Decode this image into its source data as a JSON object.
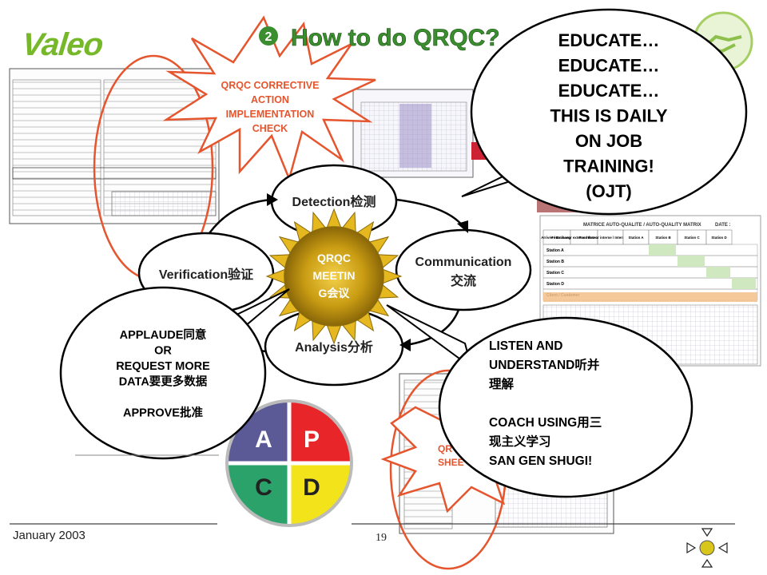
{
  "header": {
    "logo": "Valeo",
    "bullet": "❷",
    "title": "How to do QRQC?"
  },
  "bursts": {
    "top_lines": [
      "QRQC CORRECTIVE",
      "ACTION",
      "IMPLEMENTATION",
      "CHECK"
    ],
    "bottom_lines": [
      "QR",
      "SHEE"
    ]
  },
  "speech": {
    "educate_lines": [
      "EDUCATE…",
      "EDUCATE…",
      "EDUCATE…",
      "THIS IS DAILY",
      "ON JOB",
      "TRAINING!",
      "(OJT)"
    ],
    "applaude_lines": [
      "APPLAUDE同意",
      "OR",
      "REQUEST MORE",
      "DATA要更多数据",
      "",
      "APPROVE批准"
    ],
    "listen_lines": [
      "LISTEN AND",
      "UNDERSTAND听并",
      "理解",
      "",
      "COACH USING用三",
      "现主义学习",
      "SAN GEN SHUGI!"
    ]
  },
  "cycle": {
    "detection": "Detection检测",
    "communication": [
      "Communication",
      "交流"
    ],
    "analysis": "Analysis分析",
    "verification": "Verification验证",
    "hub": [
      "QRQC",
      "MEETIN",
      "G会议"
    ]
  },
  "pdca": {
    "p": "P",
    "d": "D",
    "c": "C",
    "a": "A",
    "colors": {
      "p": "#e8262a",
      "d": "#f2e31b",
      "c": "#2aa26a",
      "a": "#5b5a96"
    }
  },
  "matrix": {
    "title": "MATRICE AUTO-QUALITE / AUTO-QUALITY MATRIX",
    "date_label": "DATE :",
    "headers": [
      "Arrivée / Exchange",
      "Fournisseur externe / External supplier",
      "Fournisseur interne / Internal supplier",
      "Station A",
      "Station B",
      "Station C",
      "Station D"
    ],
    "rows": [
      "Station A",
      "Station B",
      "Station C",
      "Station D",
      "Client / Customer"
    ]
  },
  "footer": {
    "date": "January 2003",
    "page": "19"
  }
}
